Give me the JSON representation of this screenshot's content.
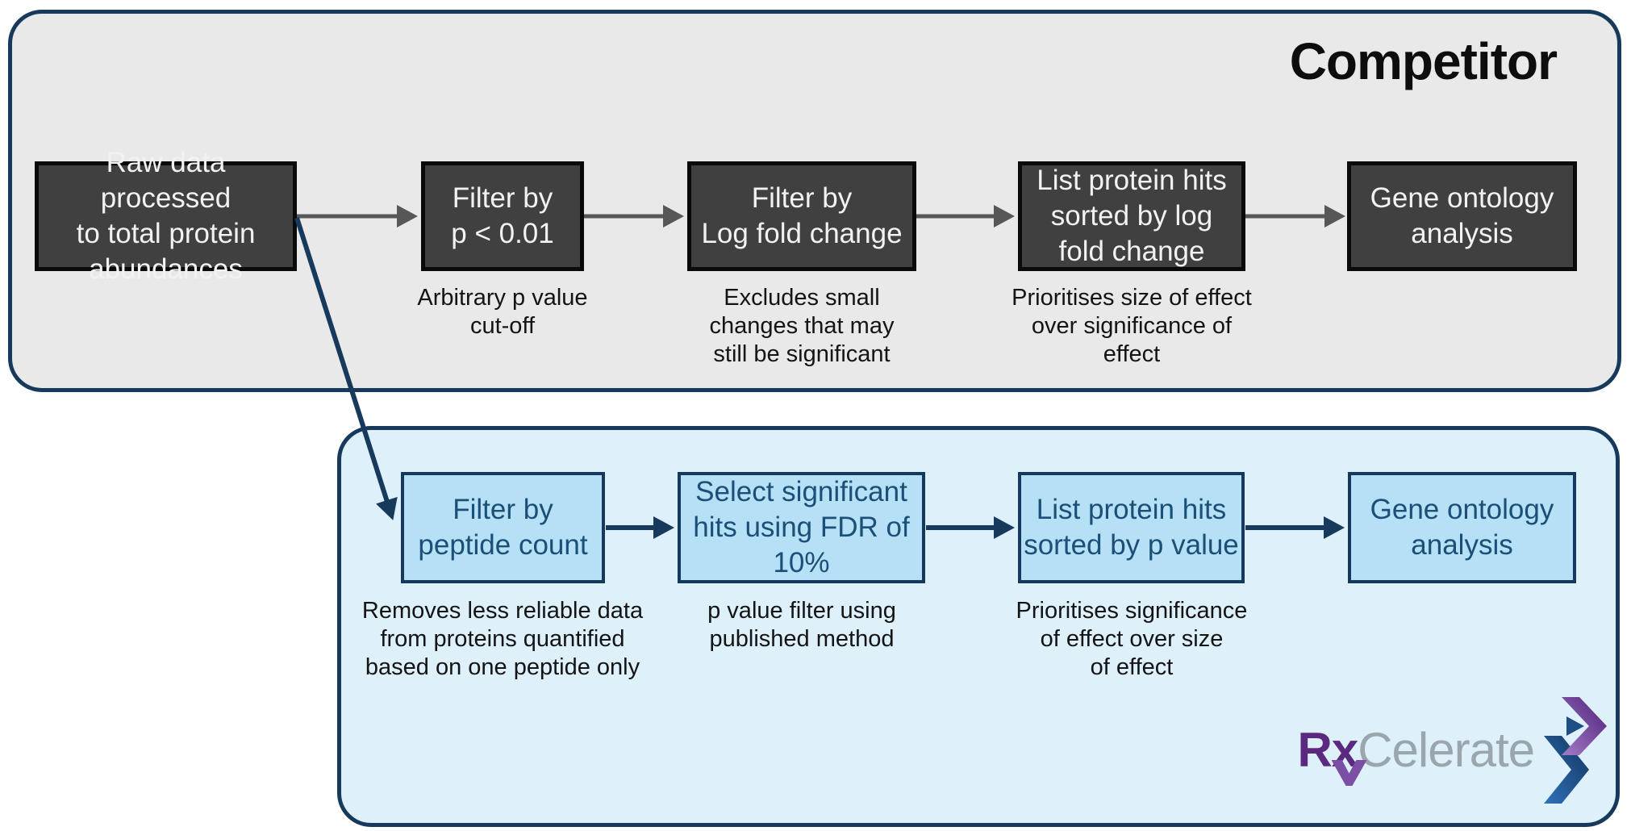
{
  "competitor": {
    "title": "Competitor",
    "boxes": [
      {
        "label": "Raw data processed\nto total protein\nabundances",
        "note": ""
      },
      {
        "label": "Filter by\np < 0.01",
        "note": "Arbitrary p value\ncut-off"
      },
      {
        "label": "Filter by\nLog fold change",
        "note": "Excludes small\nchanges that may\nstill be significant"
      },
      {
        "label": "List protein hits\nsorted by log\nfold change",
        "note": "Prioritises size of effect\nover significance of\neffect"
      },
      {
        "label": "Gene ontology\nanalysis",
        "note": ""
      }
    ]
  },
  "rxcelerate": {
    "boxes": [
      {
        "label": "Filter by\npeptide count",
        "note": "Removes less reliable data\nfrom proteins quantified\nbased on one peptide only"
      },
      {
        "label": "Select significant\nhits using FDR of\n10%",
        "note": "p value filter using\npublished method"
      },
      {
        "label": "List protein hits\nsorted by p value",
        "note": "Prioritises significance\nof effect over size\nof effect"
      },
      {
        "label": "Gene ontology\nanalysis",
        "note": ""
      }
    ]
  },
  "logo": {
    "rx": "Rx",
    "celerate": "Celerate"
  },
  "colors": {
    "panel_border_navy": "#16395c",
    "competitor_panel_bg": "#e9e9e9",
    "rxcelerate_panel_bg": "#def0fa",
    "dark_box_bg": "#404040",
    "dark_box_border": "#0a0a0a",
    "blue_box_bg": "#b5e0f5",
    "blue_box_text": "#1b4f77",
    "gray_arrow": "#575757",
    "navy_arrow": "#16395c",
    "logo_purple": "#5b2a80",
    "logo_gray": "#9aa5ad",
    "logo_blue": "#1d4f86"
  }
}
